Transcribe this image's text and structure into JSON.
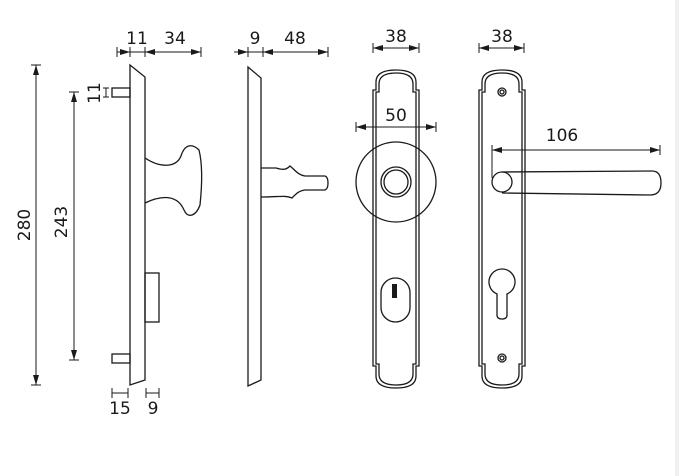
{
  "colors": {
    "line": "#1a1a1a",
    "background": "#ffffff"
  },
  "side_view_knob": {
    "dims": {
      "base_depth": "11",
      "knob_projection": "34",
      "overall_height": "280",
      "screw_spacing": "243",
      "pin_height": "11",
      "pin_length": "15",
      "box_depth": "9"
    }
  },
  "side_view_lever": {
    "dims": {
      "plate_depth": "9",
      "lever_projection": "48"
    }
  },
  "front_view_knob": {
    "dims": {
      "plate_width": "38",
      "rose_diameter": "50"
    }
  },
  "front_view_lever": {
    "dims": {
      "plate_width": "38",
      "lever_length": "106"
    }
  }
}
